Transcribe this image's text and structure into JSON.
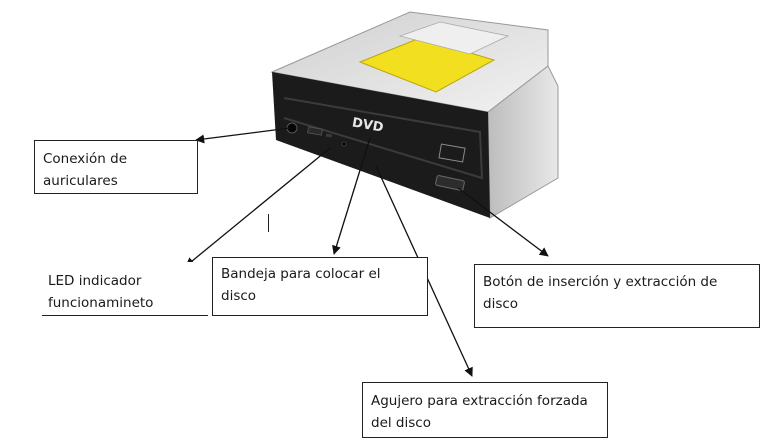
{
  "image": {
    "subject": "DVD drive",
    "front_logo": "DVD"
  },
  "labels": {
    "auriculares": {
      "line1": "Conexión de",
      "line2": "auriculares"
    },
    "led": {
      "line1": "LED indicador",
      "line2": "funcionamineto"
    },
    "bandeja": {
      "line1": "Bandeja para colocar el",
      "line2": "disco"
    },
    "boton": {
      "line1": "Botón de inserción y extracción  de",
      "line2": "disco"
    },
    "agujero": {
      "line1": "Agujero para extracción forzada",
      "line2": "del disco"
    }
  },
  "colors": {
    "arrow": "#111111",
    "box_border": "#222222",
    "drive_face": "#1b1b1b",
    "drive_body": "#d9d9d9",
    "warning_label": "#f2df1f"
  }
}
